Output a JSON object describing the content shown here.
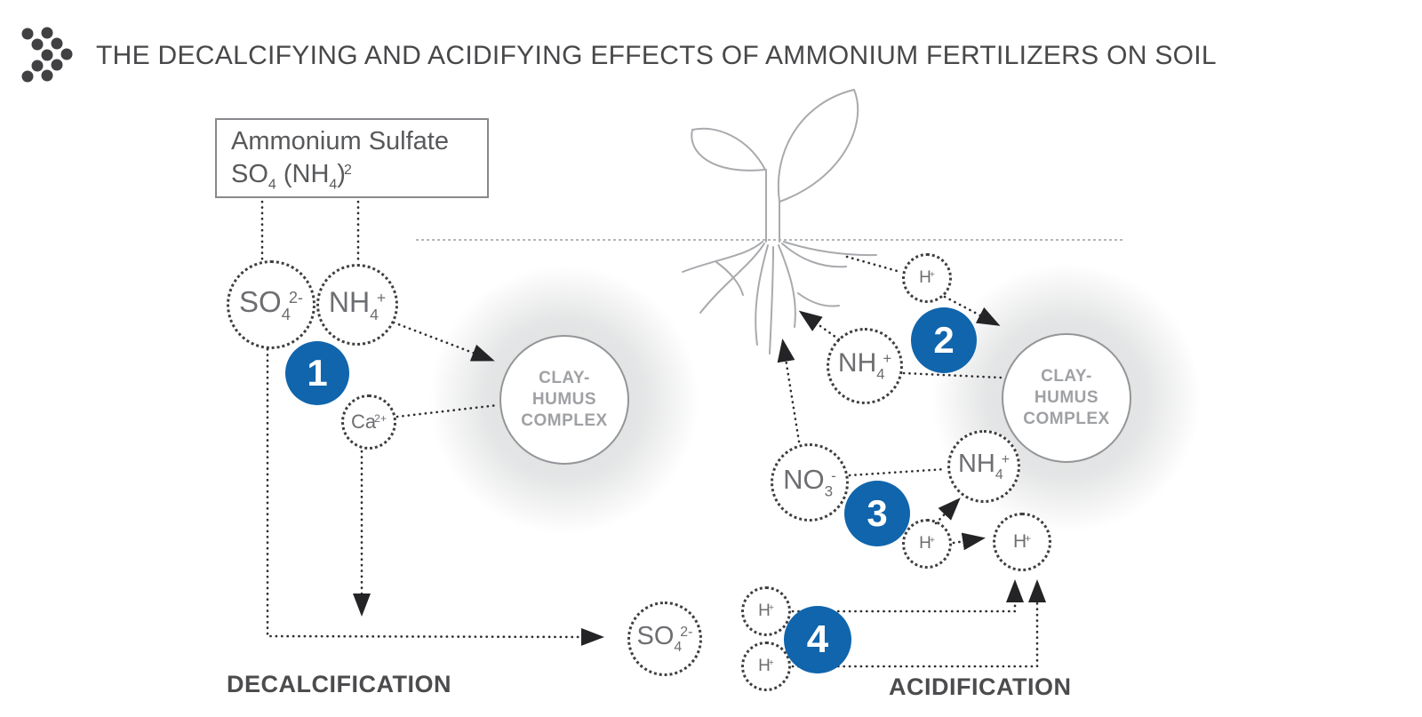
{
  "title": "THE DECALCIFYING AND ACIDIFYING EFFECTS OF AMMONIUM FERTILIZERS ON SOIL",
  "colors": {
    "accent_blue": "#1065ac",
    "title_text": "#48484b",
    "chem_text": "#6d6e71",
    "complex_text": "#9fa1a4",
    "outline_gray": "#a8aaad",
    "dot_border": "#3f3f42"
  },
  "source_box": {
    "name": "Ammonium Sulfate",
    "formula": {
      "p1": "SO",
      "s1": "4",
      "p2": " (NH",
      "s2": "4",
      "p3": ")",
      "sup": "2"
    }
  },
  "ions": {
    "so4_left": {
      "base": "SO",
      "sub": "4",
      "sup": "2-"
    },
    "nh4_left": {
      "base": "NH",
      "sub": "4",
      "sup": "+"
    },
    "ca": {
      "base": "Ca",
      "sup": "2+"
    },
    "h_top": {
      "base": "H",
      "sup": "+"
    },
    "nh4_mid": {
      "base": "NH",
      "sub": "4",
      "sup": "+"
    },
    "no3": {
      "base": "NO",
      "sub": "3",
      "sup": "-"
    },
    "nh4_right": {
      "base": "NH",
      "sub": "4",
      "sup": "+"
    },
    "h_mid_left": {
      "base": "H",
      "sup": "+"
    },
    "h_mid_right": {
      "base": "H",
      "sup": "+"
    },
    "so4_bottom": {
      "base": "SO",
      "sub": "4",
      "sup": "2-"
    },
    "h_bottom_1": {
      "base": "H",
      "sup": "+"
    },
    "h_bottom_2": {
      "base": "H",
      "sup": "+"
    }
  },
  "complexes": {
    "left": [
      "CLAY-",
      "HUMUS",
      "COMPLEX"
    ],
    "right": [
      "CLAY-",
      "HUMUS",
      "COMPLEX"
    ]
  },
  "badges": {
    "step1": "1",
    "step2": "2",
    "step3": "3",
    "step4": "4"
  },
  "footers": {
    "left": "DECALCIFICATION",
    "right": "ACIDIFICATION"
  }
}
